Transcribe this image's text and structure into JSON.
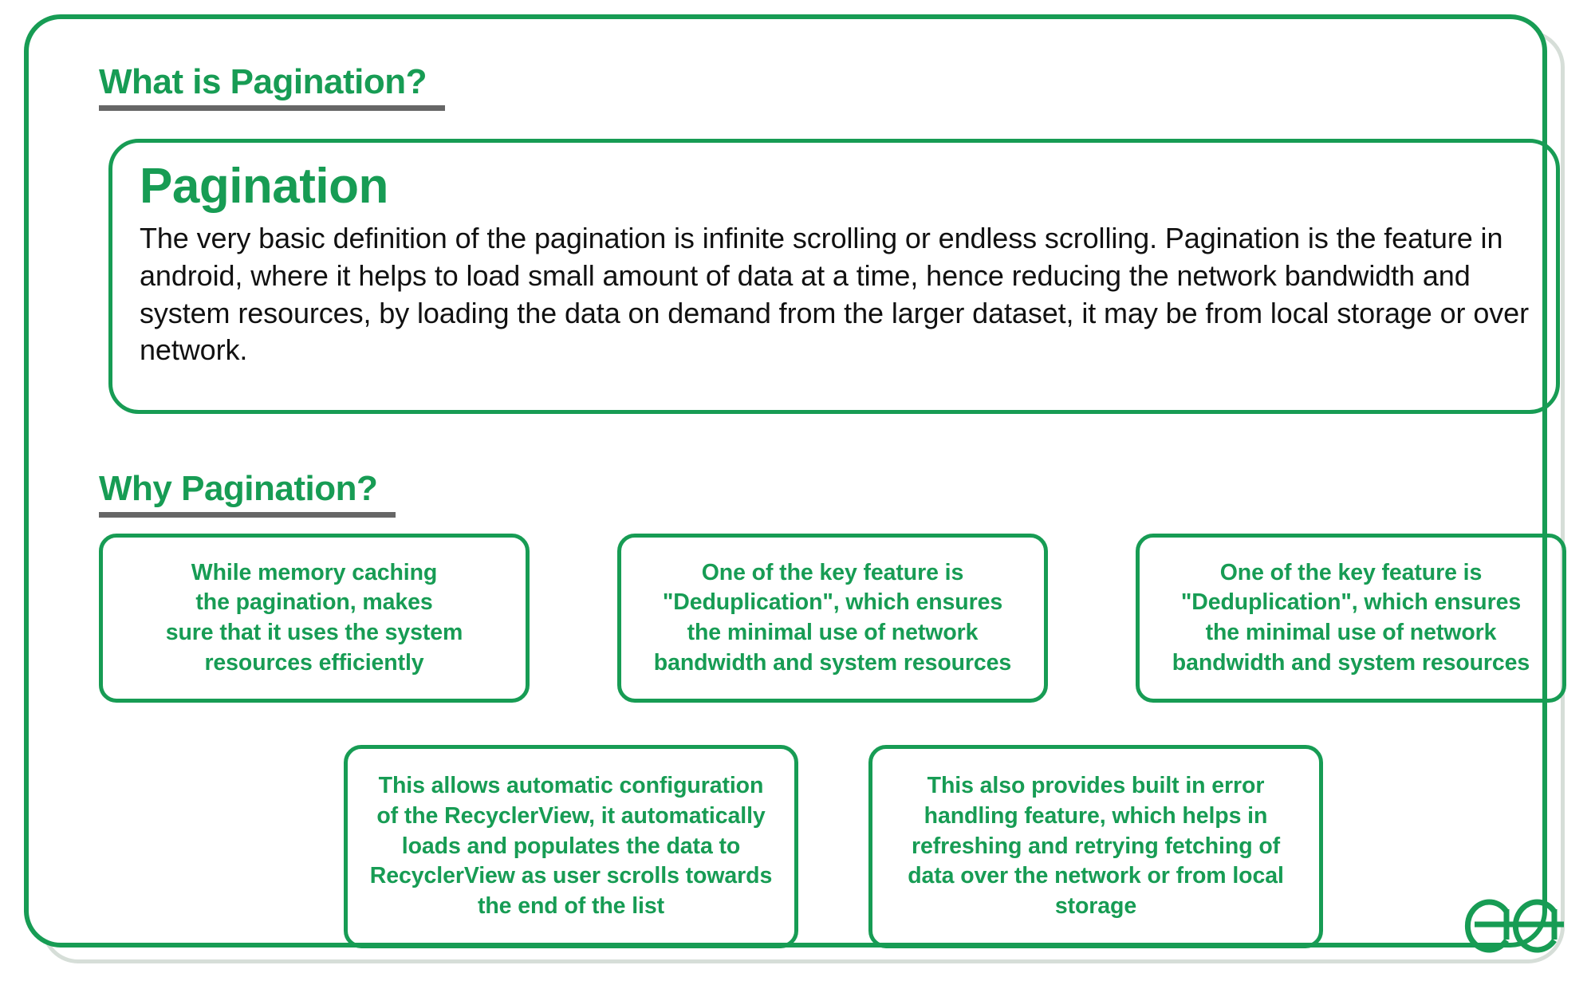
{
  "theme": {
    "accent_green": "#179c54",
    "rule_gray": "#666666",
    "shadow_gray": "#d6ded8",
    "body_text": "#111111"
  },
  "sections": {
    "what_heading": "What is Pagination?",
    "why_heading": "Why Pagination?"
  },
  "definition": {
    "title": "Pagination",
    "body": "The very basic definition of the pagination is infinite scrolling or endless scrolling. Pagination is the feature in android, where it helps to load small amount of data at a time, hence reducing the network bandwidth and system resources, by loading the data on demand from the larger dataset, it may be from local storage or over network."
  },
  "reasons": [
    {
      "id": "memory-caching",
      "text": "While memory caching\nthe pagination, makes\nsure that it uses the system\nresources efficiently"
    },
    {
      "id": "deduplication-1",
      "text": "One of the key feature is\n\"Deduplication\", which ensures\nthe minimal use of network\nbandwidth and system resources"
    },
    {
      "id": "deduplication-2",
      "text": "One of the key feature is\n\"Deduplication\", which ensures\nthe minimal use of network\nbandwidth and system resources"
    },
    {
      "id": "recyclerview-config",
      "text": "This allows automatic configuration\nof the RecyclerView, it automatically\nloads and populates the data to\nRecyclerView as user scrolls towards\nthe end of the list"
    },
    {
      "id": "error-handling",
      "text": "This also provides built in error\nhandling feature, which helps in\nrefreshing and retrying fetching of\ndata over the network or from local\nstorage"
    }
  ],
  "logo": {
    "name": "geeksforgeeks-logo",
    "alt_text": "GeeksforGeeks"
  }
}
